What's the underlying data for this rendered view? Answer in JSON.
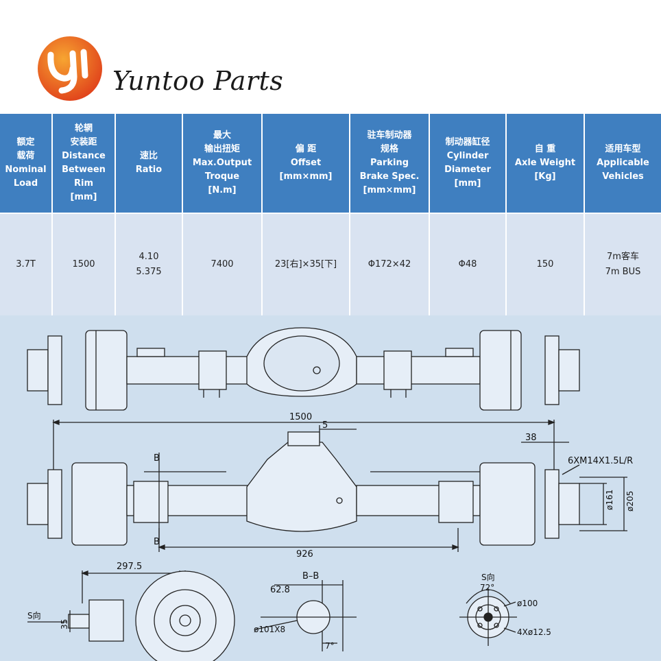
{
  "brand": {
    "name": "Yuntoo Parts",
    "logo_icon": "yuntoo-logo-icon",
    "logo_colors": [
      "#f28a1e",
      "#e0401b"
    ]
  },
  "table": {
    "header_color": "#3f7fc0",
    "row_color": "#d9e3f1",
    "columns": [
      {
        "cn": "额定\n载荷",
        "en": "Nominal\nLoad"
      },
      {
        "cn": "轮辋\n安装距",
        "en": "Distance\nBetween\nRim\n[mm]"
      },
      {
        "cn": "速比",
        "en": "Ratio"
      },
      {
        "cn": "最大\n输出扭矩",
        "en": "Max.Output\nTroque\n[N.m]"
      },
      {
        "cn": "偏 距",
        "en": "Offset\n[mm×mm]"
      },
      {
        "cn": "驻车制动器\n规格",
        "en": "Parking\nBrake Spec.\n[mm×mm]"
      },
      {
        "cn": "制动器缸径",
        "en": "Cylinder\nDiameter\n[mm]"
      },
      {
        "cn": "自 重",
        "en": "Axle Weight\n[Kg]"
      },
      {
        "cn": "适用车型",
        "en": "Applicable\nVehicles"
      }
    ],
    "rows": [
      [
        "3.7T",
        "1500",
        "4.10\n5.375",
        "7400",
        "23[右]×35[下]",
        "Φ172×42",
        "Φ48",
        "150",
        "7m客车\n7m BUS"
      ]
    ]
  },
  "drawing": {
    "bg_color": "#cfdfee",
    "dims": {
      "track": "1500",
      "offset": "5",
      "flange": "38",
      "bolt": "6XM14X1.5L/R",
      "section_b_top": "B",
      "section_b_bottom": "B",
      "d161": "ø161",
      "d205": "ø205",
      "spring": "926",
      "hub_len": "297.5",
      "s_view": "S向",
      "height35": "35",
      "bb_title": "B–B",
      "bb_width": "62.8",
      "bb_hole": "ø101X8",
      "bb_angle": "7°",
      "s_title": "S向",
      "s_angle": "72°",
      "s_d100": "ø100",
      "s_holes": "4Xø12.5"
    }
  }
}
